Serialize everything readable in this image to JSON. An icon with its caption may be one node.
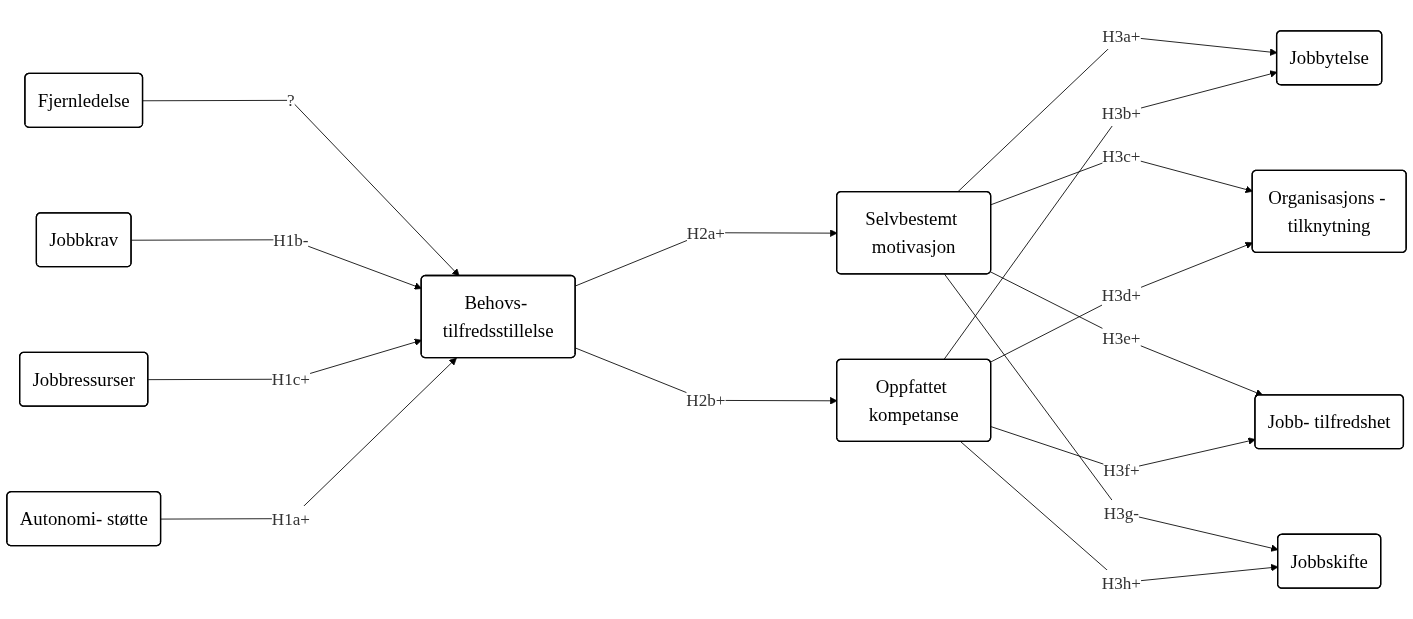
{
  "diagram": {
    "nodes": [
      {
        "text": [
          "Fjernledelse"
        ]
      },
      {
        "text": [
          "Jobbkrav"
        ]
      },
      {
        "text": [
          "Jobbressurser"
        ]
      },
      {
        "text": [
          "Autonomi- støtte"
        ]
      },
      {
        "text": [
          "Behovs- tilfredsstillelse"
        ]
      },
      {
        "text": [
          "Selvbestemt motivasjon"
        ]
      },
      {
        "text": [
          "Oppfattet kompetanse"
        ]
      },
      {
        "text": [
          "Jobbytelse"
        ]
      },
      {
        "text": [
          "Organisasjons - tilknytning"
        ]
      },
      {
        "text": [
          "Jobb- tilfredshet"
        ]
      },
      {
        "text": [
          "Jobbskifte"
        ]
      }
    ],
    "edges": [
      {
        "from": 0,
        "to": 4,
        "arrow": "to",
        "label": "?"
      },
      {
        "from": 1,
        "to": 4,
        "arrow": "to",
        "label": "H1b-"
      },
      {
        "from": 2,
        "to": 4,
        "arrow": "to",
        "label": "H1c+"
      },
      {
        "from": 3,
        "to": 4,
        "arrow": "to",
        "label": "H1a+"
      },
      {
        "from": 4,
        "to": 5,
        "arrow": "to",
        "label": "H2a+"
      },
      {
        "from": 4,
        "to": 6,
        "arrow": "to",
        "label": "H2b+"
      },
      {
        "from": 5,
        "to": 7,
        "arrow": "to",
        "label": "H3a+"
      },
      {
        "from": 5,
        "to": 8,
        "arrow": "to",
        "label": "H3c+"
      },
      {
        "from": 5,
        "to": 9,
        "arrow": "to",
        "label": "H3e+"
      },
      {
        "from": 5,
        "to": 10,
        "arrow": "to",
        "label": "H3g-"
      },
      {
        "from": 6,
        "to": 7,
        "arrow": "to",
        "label": "H3b+"
      },
      {
        "from": 6,
        "to": 8,
        "arrow": "to",
        "label": "H3d+"
      },
      {
        "from": 6,
        "to": 9,
        "arrow": "to",
        "label": "H3f+"
      },
      {
        "from": 6,
        "to": 10,
        "arrow": "to",
        "label": "H3h+"
      }
    ]
  }
}
